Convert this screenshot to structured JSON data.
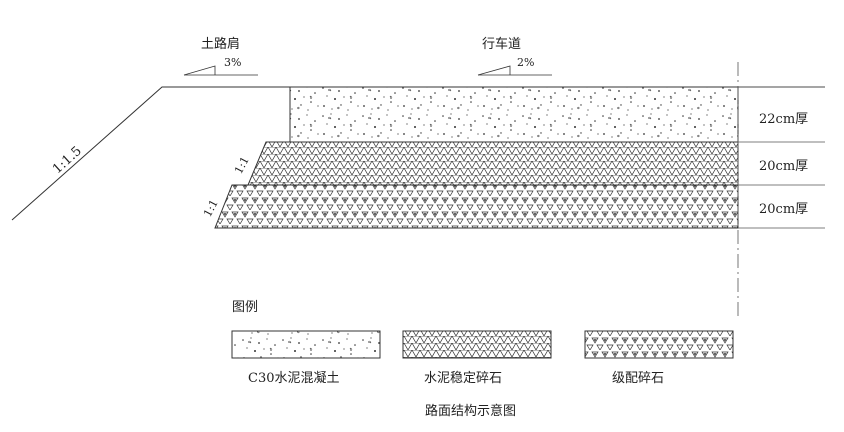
{
  "shoulder": {
    "label": "土路肩",
    "slope": "3%"
  },
  "carriageway": {
    "label": "行车道",
    "slope": "2%"
  },
  "embankment_slope": "1:1.5",
  "layer_slopes": {
    "base": "1:1",
    "subbase": "1:1"
  },
  "layers": [
    {
      "name": "C30水泥混凝土",
      "thickness": "22cm厚"
    },
    {
      "name": "水泥稳定碎石",
      "thickness": "20cm厚"
    },
    {
      "name": "级配碎石",
      "thickness": "20cm厚"
    }
  ],
  "legend": {
    "title": "图例",
    "items": [
      {
        "label": "C30水泥混凝土"
      },
      {
        "label": "水泥稳定碎石"
      },
      {
        "label": "级配碎石"
      }
    ]
  },
  "caption": "路面结构示意图"
}
